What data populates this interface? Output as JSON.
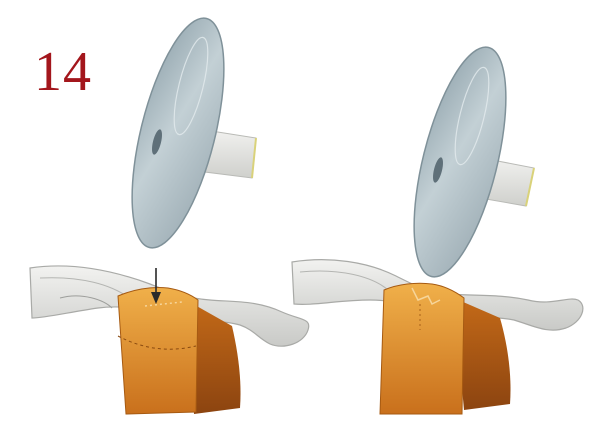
{
  "figure": {
    "number": "14"
  },
  "colors": {
    "figure_number": "#a3161c",
    "disc": "#aebdc4",
    "mandrel": "#e6e7e4",
    "clasp_arm": "#e4e5e3",
    "tooth_crown": "#d98a2a",
    "tooth_side": "#b35c12"
  },
  "panels": [
    {
      "name": "before-adjustment",
      "shows_arrow": true,
      "arrow_direction": "down"
    },
    {
      "name": "after-adjustment",
      "shows_arrow": false
    }
  ]
}
